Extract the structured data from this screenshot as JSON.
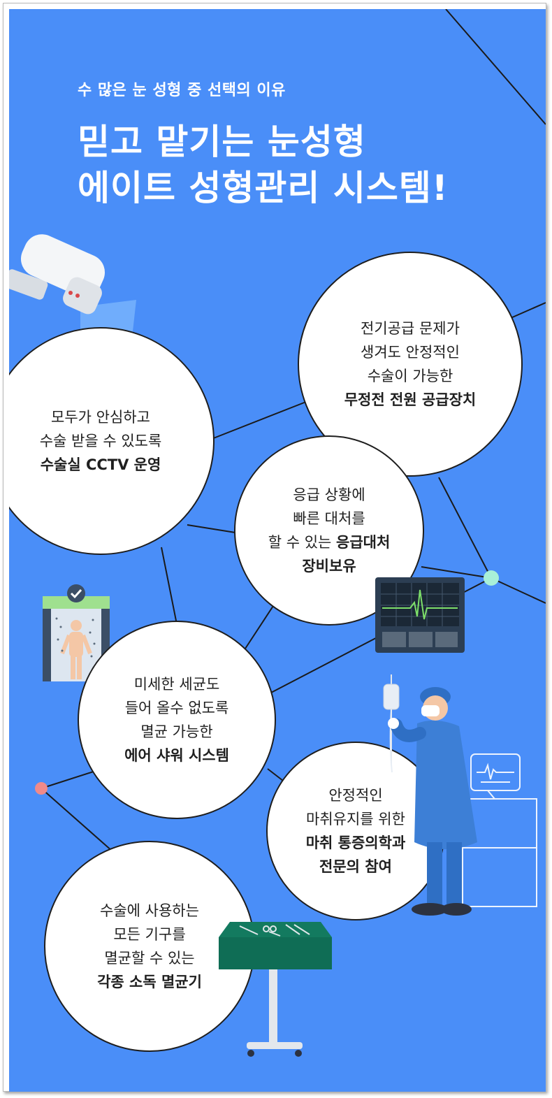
{
  "header": {
    "subtitle": "수 많은 눈 성형 중 선택의 이유",
    "title_line1": "믿고 맡기는 눈성형",
    "title_line2": "에이트 성형관리 시스템!"
  },
  "features": {
    "cctv": {
      "l1": "모두가 안심하고",
      "l2": "수술 받을 수 있도록",
      "bold": "수술실 CCTV 운영"
    },
    "ups": {
      "l1": "전기공급 문제가",
      "l2": "생겨도 안정적인",
      "l3": "수술이 가능한",
      "bold": "무정전 전원 공급장치"
    },
    "emergency": {
      "l1": "응급 상황에",
      "l2": "빠른 대처를",
      "l3_plain": "할 수 있는 ",
      "l3_bold": "응급대처",
      "bold": "장비보유"
    },
    "airshower": {
      "l1": "미세한 세균도",
      "l2": "들어 올수 없도록",
      "l3": "멸균 가능한",
      "bold": "에어 샤워 시스템"
    },
    "anesthesia": {
      "l1": "안정적인",
      "l2": "마취유지를 위한",
      "bold1": "마취 통증의학과",
      "bold2": "전문의 참여"
    },
    "sterilizer": {
      "l1": "수술에 사용하는",
      "l2": "모든 기구를",
      "l3": "멸균할 수 있는",
      "bold": "각종 소독 멸균기"
    }
  },
  "colors": {
    "background": "#4a8ef8",
    "node_green": "#a8f0d8",
    "node_pink": "#f08a8a",
    "tray_green": "#0f6d55",
    "gown_blue": "#3d7fd6"
  },
  "icons": [
    "cctv-camera-icon",
    "air-shower-icon",
    "ecg-monitor-icon",
    "surgeon-illustration",
    "instrument-tray-icon",
    "medical-monitor-icon"
  ]
}
